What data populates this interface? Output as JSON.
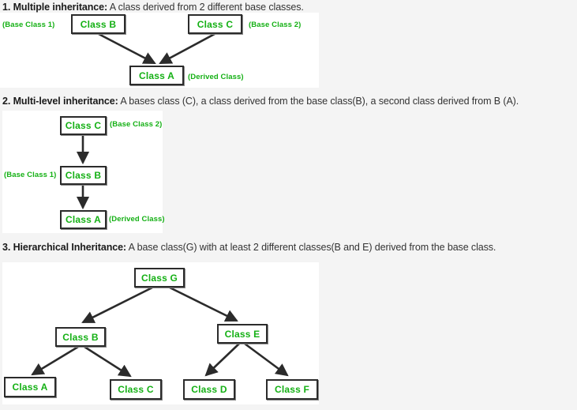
{
  "page": {
    "background": "#f4f4f4",
    "canvas_background": "#ffffff",
    "node_text_color": "#14b014",
    "node_border_color": "#2b2b2b",
    "arrow_color": "#2b2b2b"
  },
  "sections": [
    {
      "id": "multiple-inheritance",
      "heading_lead": "1. Multiple inheritance:",
      "heading_rest": " A class derived from 2 different base classes.",
      "diagram": {
        "nodes": [
          {
            "id": "b",
            "label": "Class B"
          },
          {
            "id": "c",
            "label": "Class C"
          },
          {
            "id": "a",
            "label": "Class A"
          }
        ],
        "annotations": [
          {
            "id": "base1",
            "label": "(Base Class 1)"
          },
          {
            "id": "base2",
            "label": "(Base Class 2)"
          },
          {
            "id": "derived",
            "label": "(Derived Class)"
          }
        ],
        "edges": [
          {
            "from": "b",
            "to": "a"
          },
          {
            "from": "c",
            "to": "a"
          }
        ]
      }
    },
    {
      "id": "multi-level-inheritance",
      "heading_lead": "2. Multi-level inheritance:",
      "heading_rest": " A bases class (C), a class derived from the base class(B), a second class derived from B (A).",
      "diagram": {
        "nodes": [
          {
            "id": "c",
            "label": "Class C"
          },
          {
            "id": "b",
            "label": "Class B"
          },
          {
            "id": "a",
            "label": "Class A"
          }
        ],
        "annotations": [
          {
            "id": "base2",
            "label": "(Base Class 2)"
          },
          {
            "id": "base1",
            "label": "(Base Class 1)"
          },
          {
            "id": "derived",
            "label": "(Derived Class)"
          }
        ],
        "edges": [
          {
            "from": "c",
            "to": "b"
          },
          {
            "from": "b",
            "to": "a"
          }
        ]
      }
    },
    {
      "id": "hierarchical-inheritance",
      "heading_lead": "3. Hierarchical Inheritance:",
      "heading_rest": " A base class(G) with at least 2 different classes(B and E) derived from the base class.",
      "diagram": {
        "nodes": [
          {
            "id": "g",
            "label": "Class G"
          },
          {
            "id": "b",
            "label": "Class B"
          },
          {
            "id": "e",
            "label": "Class E"
          },
          {
            "id": "a",
            "label": "Class A"
          },
          {
            "id": "c",
            "label": "Class C"
          },
          {
            "id": "d",
            "label": "Class D"
          },
          {
            "id": "f",
            "label": "Class F"
          }
        ],
        "annotations": [],
        "edges": [
          {
            "from": "g",
            "to": "b"
          },
          {
            "from": "g",
            "to": "e"
          },
          {
            "from": "b",
            "to": "a"
          },
          {
            "from": "b",
            "to": "c"
          },
          {
            "from": "e",
            "to": "d"
          },
          {
            "from": "e",
            "to": "f"
          }
        ]
      }
    }
  ]
}
